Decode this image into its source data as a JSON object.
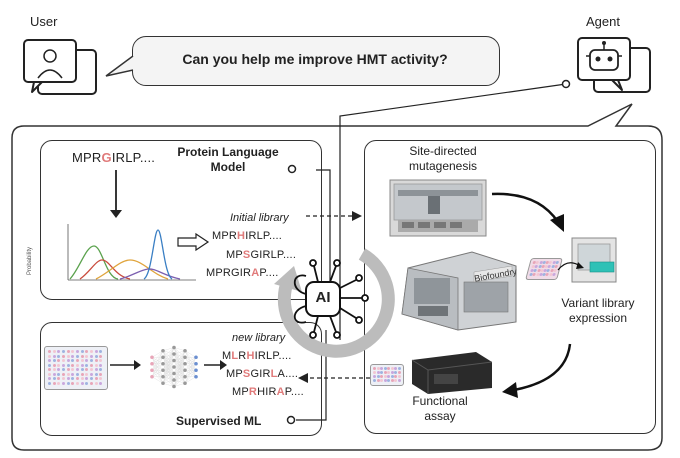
{
  "actors": {
    "user_label": "User",
    "agent_label": "Agent"
  },
  "query": {
    "text": "Can you help me improve HMT activity?"
  },
  "plm": {
    "title_line1": "Protein Language",
    "title_line2": "Model",
    "input_seq": [
      {
        "t": "MPR",
        "h": false
      },
      {
        "t": "G",
        "h": true
      },
      {
        "t": "IRLP....",
        "h": false
      }
    ],
    "initial_library_label": "Initial library",
    "initial_library": [
      [
        {
          "t": "MPR",
          "h": false
        },
        {
          "t": "H",
          "h": true
        },
        {
          "t": "IRLP....",
          "h": false
        }
      ],
      [
        {
          "t": "MP",
          "h": false
        },
        {
          "t": "S",
          "h": true
        },
        {
          "t": "GIRLP....",
          "h": false
        }
      ],
      [
        {
          "t": "MPRGIR",
          "h": false
        },
        {
          "t": "A",
          "h": true
        },
        {
          "t": "P....",
          "h": false
        }
      ]
    ],
    "plot_ylabel": "Probability"
  },
  "ml": {
    "title": "Supervised ML",
    "new_library_label": "new library",
    "new_library": [
      [
        {
          "t": "M",
          "h": false
        },
        {
          "t": "L",
          "h": true
        },
        {
          "t": "R",
          "h": false
        },
        {
          "t": "H",
          "h": true
        },
        {
          "t": "IRLP....",
          "h": false
        }
      ],
      [
        {
          "t": "MP",
          "h": false
        },
        {
          "t": "S",
          "h": true
        },
        {
          "t": "GIR",
          "h": false
        },
        {
          "t": "L",
          "h": true
        },
        {
          "t": "A....",
          "h": false
        }
      ],
      [
        {
          "t": "MP",
          "h": false
        },
        {
          "t": "R",
          "h": true
        },
        {
          "t": "HIR",
          "h": false
        },
        {
          "t": "A",
          "h": true
        },
        {
          "t": "P....",
          "h": false
        }
      ]
    ]
  },
  "center": {
    "ai_label": "AI"
  },
  "lab": {
    "mutagenesis_line1": "Site-directed",
    "mutagenesis_line2": "mutagenesis",
    "expression_line1": "Variant library",
    "expression_line2": "expression",
    "assay_line1": "Functional",
    "assay_line2": "assay",
    "biofoundry_label": "Biofoundry"
  },
  "colors": {
    "highlight": "#e07a7a",
    "cycle_gray": "#b8b8b8",
    "outline": "#333333"
  }
}
